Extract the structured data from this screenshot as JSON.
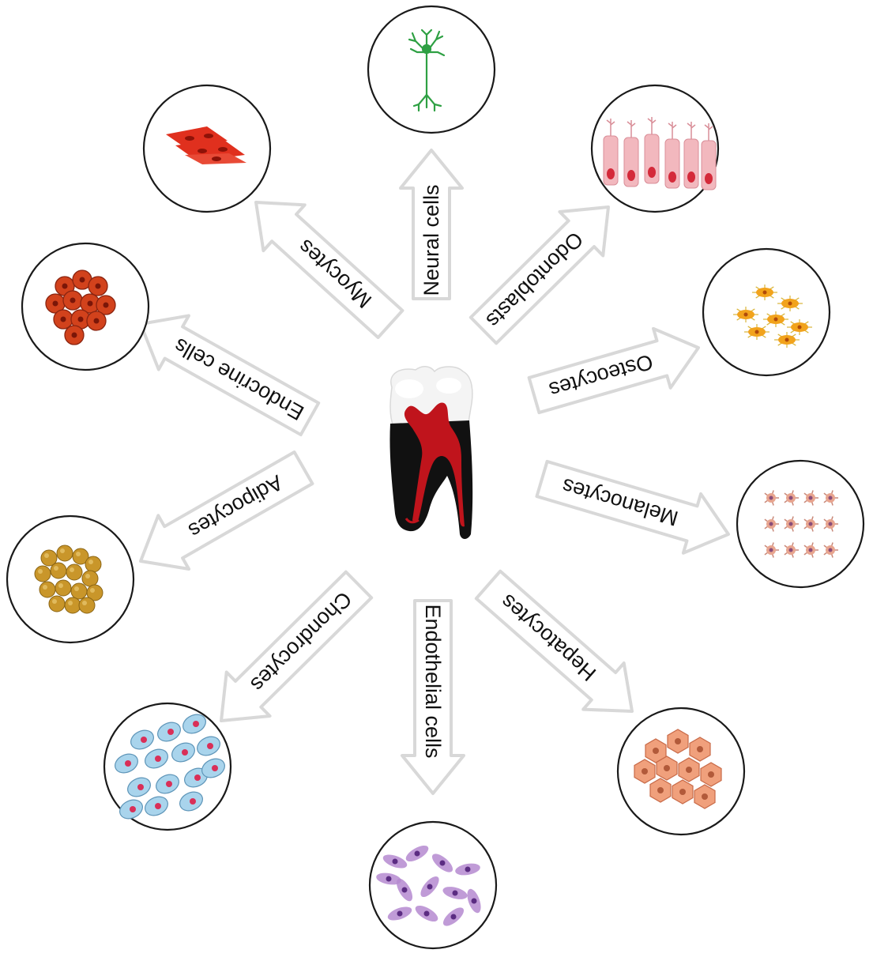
{
  "center": {
    "icon": "tooth-cross-section-icon"
  },
  "lineages": [
    {
      "id": "neural",
      "label": "Neural cells",
      "icon": "neuron-icon"
    },
    {
      "id": "odontoblasts",
      "label": "Odontoblasts",
      "icon": "odontoblast-icon"
    },
    {
      "id": "osteocytes",
      "label": "Osteocytes",
      "icon": "osteocyte-icon"
    },
    {
      "id": "melanocytes",
      "label": "Melanocytes",
      "icon": "melanocyte-icon"
    },
    {
      "id": "hepatocytes",
      "label": "Hepatocytes",
      "icon": "hepatocyte-icon"
    },
    {
      "id": "endothelial",
      "label": "Endothelial cells",
      "icon": "endothelial-cell-icon"
    },
    {
      "id": "chondrocytes",
      "label": "Chondrocytes",
      "icon": "chondrocyte-icon"
    },
    {
      "id": "adipocytes",
      "label": "Adipocytes",
      "icon": "adipocyte-icon"
    },
    {
      "id": "endocrine",
      "label": "Endocrine cells",
      "icon": "endocrine-cell-icon"
    },
    {
      "id": "myocytes",
      "label": "Myocytes",
      "icon": "myocyte-icon"
    }
  ],
  "colors": {
    "arrow_fill": "#ffffff",
    "arrow_outline": "#d8d8d8",
    "circle_outline": "#1a1a1a",
    "tooth_root": "#111111",
    "tooth_pulp": "#c0141c",
    "neuron": "#2ea043",
    "odontoblast": "#f2b8be",
    "osteocyte": "#f2a31c",
    "melanocyte": "#e8a58f",
    "hepatocyte": "#f0a07c",
    "endothelial": "#b58ad0",
    "chondrocyte": "#a9d4ec",
    "adipocyte": "#c9962a",
    "endocrine": "#d2421c",
    "myocyte": "#e0301e"
  }
}
